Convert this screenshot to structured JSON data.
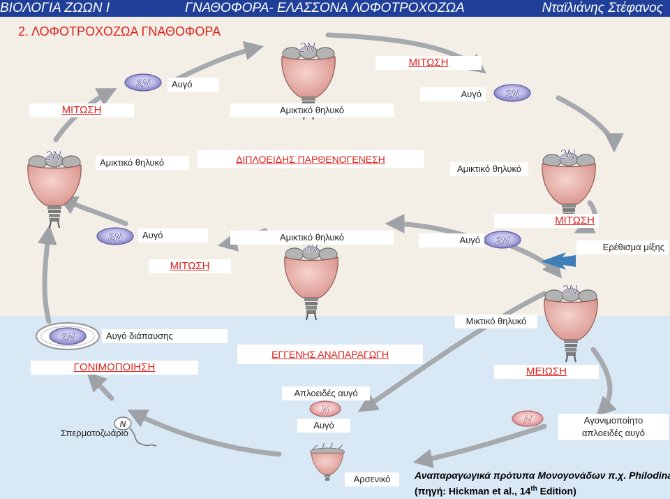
{
  "header": {
    "left": "ΒΙΟΛΟΓΙΑ ΖΩΩΝ Ι",
    "center": "ΓΝΑΘΟΦΟΡΑ- ΕΛΑΣΣΟΝΑ ΛΟΦΟΤΡΟΧΟΖΩΑ",
    "right": "Νταϊλιάνης Στέφανος"
  },
  "title": "2.   ΛΟΦΟΤΡΟΧΟΖΩΑ ΓΝΑΘΟΦΟΡΑ",
  "ploidy": {
    "diploid": "2N",
    "haploid": "N"
  },
  "labels": {
    "mitosis_top": "ΜΙΤΩΣΗ",
    "mitosis_left": "ΜΙΤΩΣΗ",
    "mitosis_mid": "ΜΙΤΩΣΗ",
    "mitosis_right": "ΜΙΤΩΣΗ",
    "egg_1": "Αυγό",
    "egg_2": "Αυγό",
    "egg_3": "Αυγό",
    "egg_4": "Αυγό",
    "amictic_top": "Αμικτικό θηλυκό",
    "amictic_left": "Αμικτικό θηλυκό",
    "amictic_right": "Αμικτικό θηλυκό",
    "amictic_center": "Αμικτικό θηλυκό",
    "diploid_parthenogenesis": "ΔΙΠΛΟΕΙΔΗΣ ΠΑΡΘΕΝΟΓΕΝΕΣΗ",
    "mating_stimulus": "Ερέθισμα μίξης",
    "dormant_egg": "Αυγό διάπαυσης",
    "fertilization": "ΓΟΝΙΜΟΠΟΙΗΣΗ",
    "sexual_reproduction": "ΕΓΓΕΝΗΣ ΑΝΑΠΑΡΑΓΩΓΗ",
    "mictic_female": "Μικτικό θηλυκό",
    "meiosis": "ΜΕΙΩΣΗ",
    "haploid_egg": "Απλοειδές αυγό",
    "egg_haploid": "Αυγό",
    "sperm": "Σπερματοζωάριο",
    "unfertilized_1": "Αγονιμοποίητο",
    "unfertilized_2": "απλοειδές αυγό",
    "male": "Αρσενικό"
  },
  "footer": {
    "line1": "Αναπαραγωγικά πρότυπα Μονογονάδων π.χ. Philodina",
    "line2_pre": "(πηγή: Hickman et al., 14",
    "line2_sup": "th",
    "line2_post": " Edition)"
  },
  "colors": {
    "header_bg": "#1f3f99",
    "accent_red": "#e0201b",
    "body_pink": "#e8b3ad",
    "crown_gray": "#999999",
    "egg_purple": "#8a89c4",
    "egg_pink": "#e6a3a6",
    "arrow_gray": "#a6a9ad",
    "stimulus_arrow": "#3f7fb8"
  }
}
